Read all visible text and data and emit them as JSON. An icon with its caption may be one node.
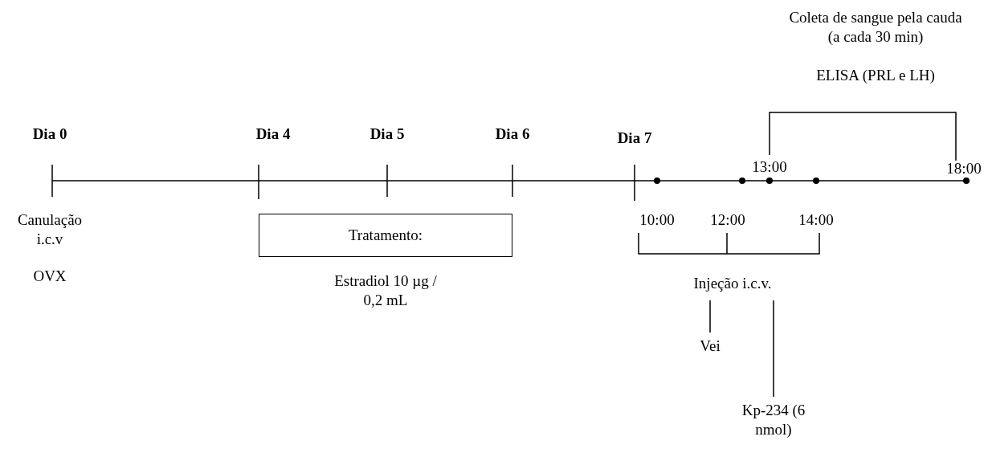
{
  "diagram": {
    "nodes": [
      {
        "text": [
          "Tratamento:"
        ],
        "beside": [
          "Estradiol 10 µg / 0,2 mL"
        ]
      },
      {
        "text": [
          "Injeção i.c.v."
        ]
      },
      {
        "text": [
          "Vei"
        ]
      },
      {
        "text": [
          "Kp-234 (6 nmol)"
        ]
      }
    ],
    "edges": [
      {
        "from": 1,
        "to": 2,
        "arrow": "none"
      },
      {
        "from": 1,
        "to": 3,
        "arrow": "none"
      }
    ],
    "labels": [
      "Coleta de sangue pela cauda (a cada 30 min)",
      "ELISA (PRL e LH)",
      "Dia 0",
      "Dia 4",
      "Dia 5",
      "Dia 6",
      "Dia 7",
      "13:00",
      "18:00",
      "Canulação i.c.v",
      "10:00",
      "12:00",
      "14:00",
      "OVX"
    ]
  }
}
